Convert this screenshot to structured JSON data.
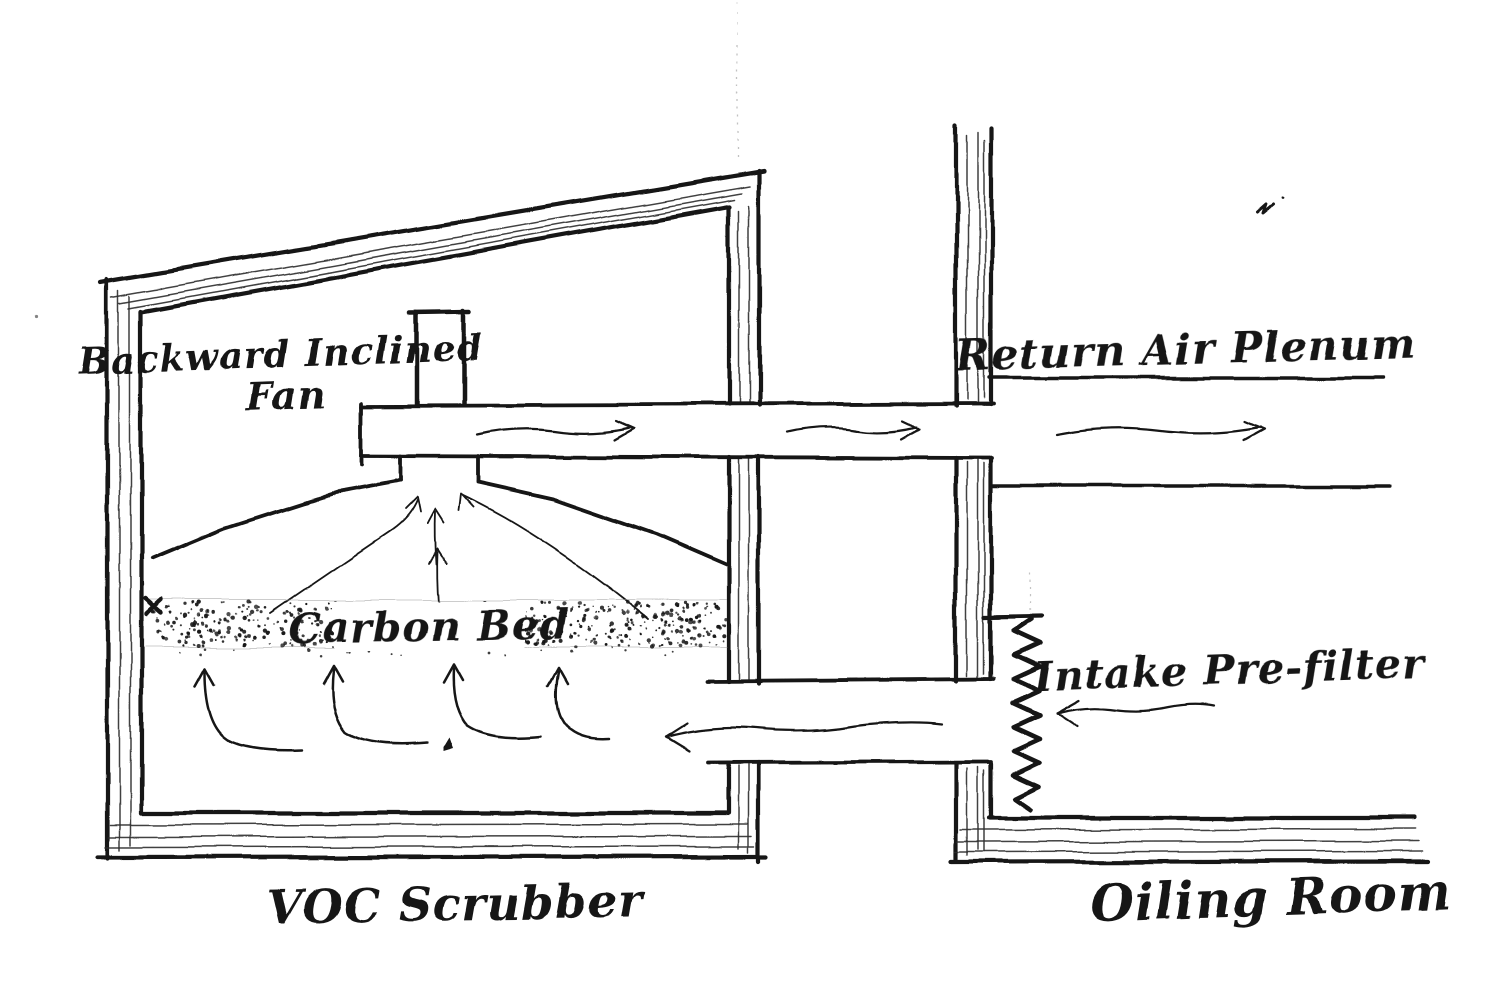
{
  "diagram": {
    "kind": "hand-drawn HVAC section sketch",
    "labels": {
      "fan_line1": "Backward Inclined",
      "fan_line2": "Fan",
      "return_air_plenum": "Return Air Plenum",
      "carbon_bed": "Carbon Bed",
      "intake_prefilter": "Intake Pre-filter",
      "room_left": "VOC Scrubber",
      "room_right": "Oiling Room"
    },
    "air_flows": [
      {
        "name": "fan-discharge",
        "direction": "right",
        "from": "Backward Inclined Fan",
        "to": "Return Air Plenum"
      },
      {
        "name": "intake",
        "direction": "left",
        "from": "Oiling Room",
        "through": "Intake Pre-filter",
        "to": "VOC Scrubber"
      },
      {
        "name": "scrubbing",
        "direction": "up",
        "through": "Carbon Bed",
        "to": "Backward Inclined Fan"
      }
    ],
    "colors": {
      "ink": "#141414",
      "paper": "#ffffff"
    }
  }
}
